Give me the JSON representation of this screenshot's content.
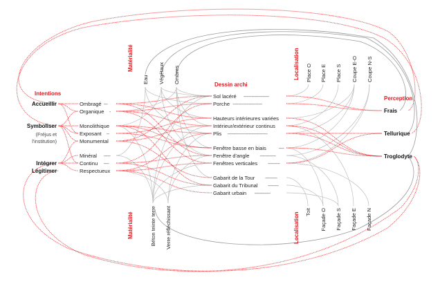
{
  "colors": {
    "accent": "#e8151b",
    "text": "#222222",
    "link_grey": "#bdbdbd"
  },
  "headers": {
    "intentions": "Intentions",
    "materialite_top": "Matérialité",
    "dessin_archi": "Dessin archi",
    "localisation_top": "Localisation",
    "perception": "Perception",
    "materialite_bottom": "Matérialité",
    "localisation_bottom": "Localisation"
  },
  "goals": [
    {
      "label": "Accueillir"
    },
    {
      "label": "Symboliser",
      "note_line1": "(Fréjus et",
      "note_line2": "l'institution)"
    },
    {
      "label": "Intégrer"
    },
    {
      "label": "Légitimer"
    }
  ],
  "intentions": [
    {
      "label": "Ombragé",
      "leader": "---"
    },
    {
      "label": "Organique",
      "leader": "-"
    },
    {
      "label": "Monolithique",
      "leader": ""
    },
    {
      "label": "Exposant",
      "leader": "--"
    },
    {
      "label": "Monumental",
      "leader": ""
    },
    {
      "label": "Minéral",
      "leader": "-----"
    },
    {
      "label": "Continu",
      "leader": "----"
    },
    {
      "label": "Respectueux",
      "leader": ""
    }
  ],
  "materialite_top": [
    "Eau",
    "Végétaux",
    "Ombres"
  ],
  "materialite_bottom": [
    "Béton teinte terre",
    "Verre réfléchissant"
  ],
  "dessin": [
    {
      "label": "Sol lacéré",
      "leader": "-------------------"
    },
    {
      "label": "Porche",
      "leader": "----------------------"
    },
    {
      "label": "Hauteurs intérieures variées",
      "leader": ""
    },
    {
      "label": "Intérieur/extérieur continus",
      "leader": "-"
    },
    {
      "label": "Plis",
      "leader": "------------------------------"
    },
    {
      "label": "Fenêtre  basse en biais",
      "leader": "----"
    },
    {
      "label": "Fenêtre  d'angle",
      "leader": "------------"
    },
    {
      "label": "Fenêtres verticales",
      "leader": "---------"
    },
    {
      "label": "Gabarit de la Tour",
      "leader": "---------"
    },
    {
      "label": "Gabarit du Tribunal",
      "leader": "--------"
    },
    {
      "label": "Gabarit urbain",
      "leader": "------------"
    }
  ],
  "localisation_top": [
    "Place O",
    "Place E",
    "Place S",
    "Coupe E-O",
    "Coupe N-S"
  ],
  "localisation_bottom": [
    "Toit",
    "Façade O",
    "Façade S",
    "Façade E",
    "Façade N"
  ],
  "perception": [
    "Frais",
    "Tellurique",
    "Troglodyte"
  ],
  "links_goal_intention": [
    [
      0,
      0
    ],
    [
      0,
      1
    ],
    [
      0,
      3
    ],
    [
      1,
      1
    ],
    [
      1,
      2
    ],
    [
      1,
      3
    ],
    [
      1,
      4
    ],
    [
      1,
      6
    ],
    [
      2,
      5
    ],
    [
      2,
      6
    ],
    [
      2,
      7
    ],
    [
      2,
      4
    ]
  ],
  "links_intention_dessin": [
    [
      0,
      0
    ],
    [
      0,
      2
    ],
    [
      0,
      6
    ],
    [
      1,
      1
    ],
    [
      1,
      3
    ],
    [
      1,
      7
    ],
    [
      2,
      4
    ],
    [
      2,
      9
    ],
    [
      2,
      5
    ],
    [
      3,
      2
    ],
    [
      3,
      5
    ],
    [
      4,
      8
    ],
    [
      4,
      0
    ],
    [
      4,
      3
    ],
    [
      6,
      6
    ],
    [
      6,
      9
    ],
    [
      6,
      1
    ],
    [
      7,
      10
    ],
    [
      7,
      7
    ],
    [
      7,
      4
    ]
  ],
  "links_dessin_perception": [
    [
      0,
      0
    ],
    [
      1,
      0
    ],
    [
      2,
      2
    ],
    [
      3,
      2
    ],
    [
      4,
      1
    ],
    [
      4,
      2
    ],
    [
      5,
      2
    ],
    [
      7,
      1
    ]
  ],
  "links_goal_perception_outer": [
    [
      0,
      0
    ],
    [
      1,
      1
    ],
    [
      2,
      2
    ],
    [
      3,
      2
    ]
  ]
}
